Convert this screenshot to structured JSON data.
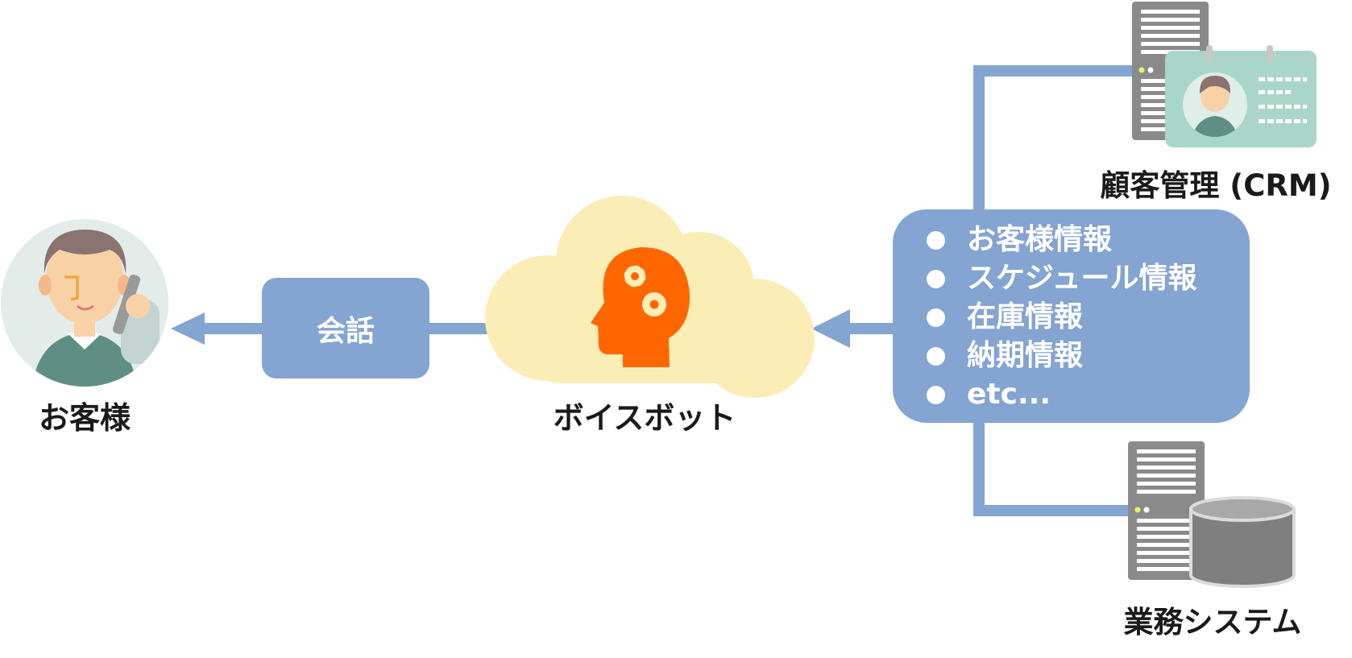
{
  "customer": {
    "label": "お客様"
  },
  "conversation": {
    "label": "会話"
  },
  "voicebot": {
    "label": "ボイスボット"
  },
  "info": {
    "items": [
      "お客様情報",
      "スケジュール情報",
      "在庫情報",
      "納期情報",
      "etc..."
    ]
  },
  "crm": {
    "label": "顧客管理 (CRM)"
  },
  "business_system": {
    "label": "業務システム"
  },
  "colors": {
    "connector": "#84a4d2",
    "cloud": "#fbedb6",
    "head": "#ff6600",
    "server": "#8a8a8a",
    "card": "#a9d6c8",
    "person_bg": "#e3ece8"
  }
}
